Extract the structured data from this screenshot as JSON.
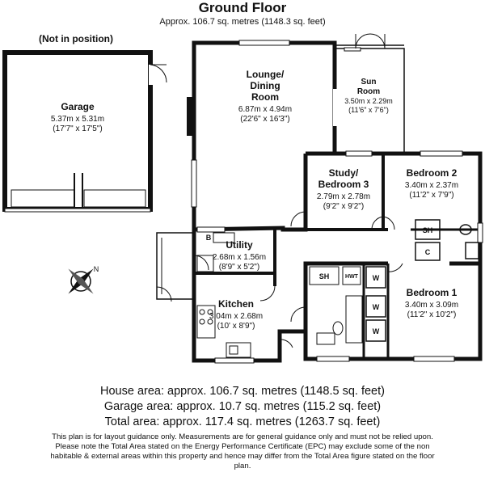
{
  "header": {
    "title": "Ground Floor",
    "subtitle": "Approx. 106.7 sq. metres (1148.3 sq. feet)",
    "not_in_position": "(Not in position)"
  },
  "rooms": {
    "garage": {
      "name": "Garage",
      "metric": "5.37m x 5.31m",
      "imperial": "(17'7\" x 17'5\")"
    },
    "lounge": {
      "name_1": "Lounge/",
      "name_2": "Dining",
      "name_3": "Room",
      "metric": "6.87m x 4.94m",
      "imperial": "(22'6\" x 16'3\")"
    },
    "sun_room": {
      "name_1": "Sun",
      "name_2": "Room",
      "metric": "3.50m x 2.29m",
      "imperial": "(11'6\" x 7'6\")"
    },
    "study": {
      "name_1": "Study/",
      "name_2": "Bedroom 3",
      "metric": "2.79m x 2.78m",
      "imperial": "(9'2\" x 9'2\")"
    },
    "bedroom2": {
      "name": "Bedroom 2",
      "metric": "3.40m x 2.37m",
      "imperial": "(11'2\" x 7'9\")"
    },
    "utility": {
      "name": "Utility",
      "metric": "2.68m x 1.56m",
      "imperial": "(8'9\" x 5'2\")"
    },
    "kitchen": {
      "name": "Kitchen",
      "metric": "3.04m x 2.68m",
      "imperial": "(10' x 8'9\")"
    },
    "bedroom1": {
      "name": "Bedroom 1",
      "metric": "3.40m x 3.09m",
      "imperial": "(11'2\" x 10'2\")"
    }
  },
  "fixtures": {
    "sh": "SH",
    "hwt": "HWT",
    "w": "W",
    "c": "C",
    "b": "B"
  },
  "compass_label": "N",
  "areas": {
    "house": "House area: approx. 106.7 sq. metres (1148.5 sq. feet)",
    "garage": "Garage area: approx. 10.7 sq. metres (115.2 sq. feet)",
    "total": "Total area: approx. 117.4 sq. metres (1263.7 sq. feet)"
  },
  "disclaimer": "This plan is for layout guidance only. Measurements are for general guidance only and must not be relied upon. Please note the Total Area stated on the Energy Performance Certificate (EPC) may exclude some of the non habitable & external areas within this property and hence may differ from the Total Area figure stated on the floor plan."
}
